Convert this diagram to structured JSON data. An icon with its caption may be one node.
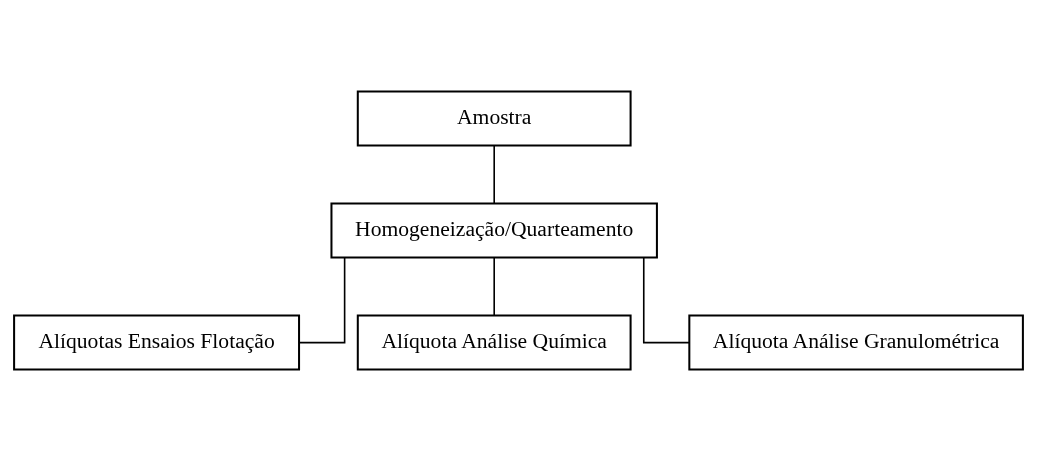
{
  "diagram": {
    "nodes": [
      {
        "text": [
          "Amostra"
        ]
      },
      {
        "text": [
          "Homogeneização/Quarteamento"
        ]
      },
      {
        "text": [
          "Alíquotas Ensaios Flotação"
        ]
      },
      {
        "text": [
          "Alíquota Análise Química"
        ]
      },
      {
        "text": [
          "Alíquota Análise Granulométrica"
        ]
      }
    ],
    "edges": [
      {
        "from": 0,
        "to": 1,
        "arrow": "none"
      },
      {
        "from": 1,
        "to": 2,
        "arrow": "none"
      },
      {
        "from": 1,
        "to": 3,
        "arrow": "none"
      },
      {
        "from": 1,
        "to": 4,
        "arrow": "none"
      }
    ]
  }
}
